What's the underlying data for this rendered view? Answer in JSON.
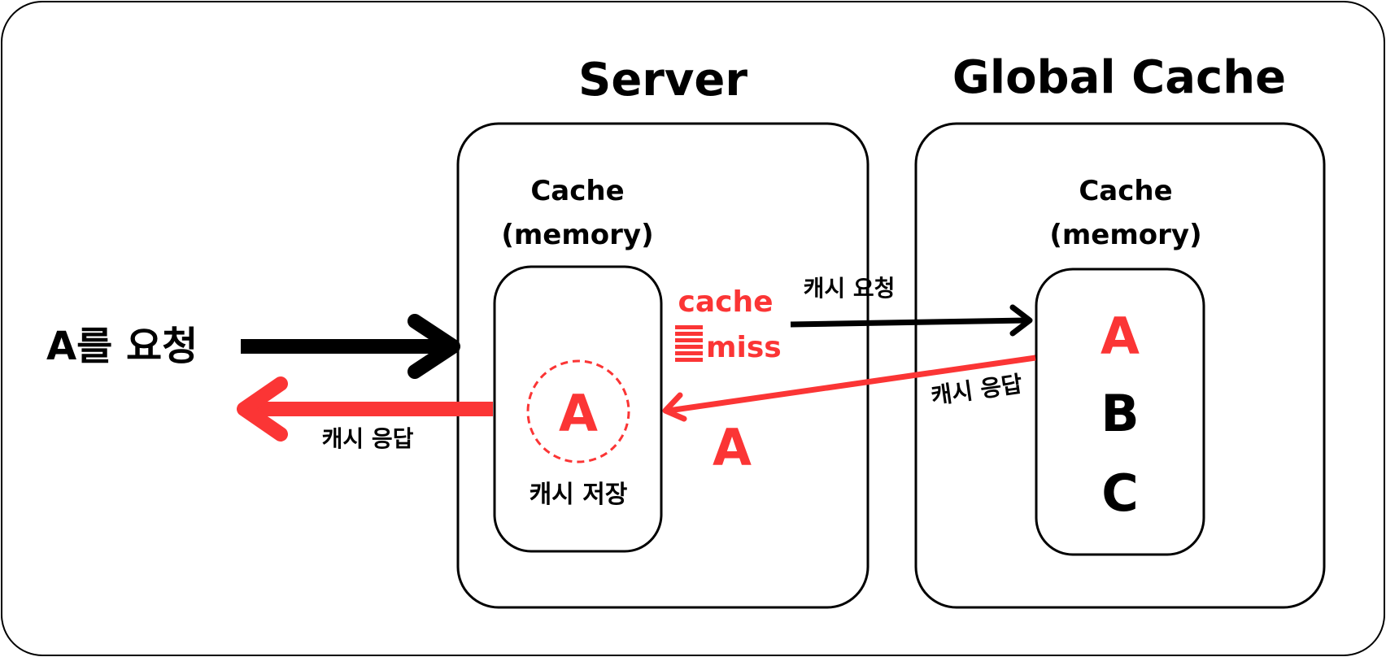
{
  "diagram": {
    "request_label": "A를 요청",
    "server": {
      "title": "Server",
      "cache_title_line1": "Cache",
      "cache_title_line2": "(memory)",
      "stored_item": "A",
      "store_label": "캐시 저장"
    },
    "miss": {
      "line1": "cache",
      "line2": "miss"
    },
    "global_cache": {
      "title": "Global Cache",
      "cache_title_line1": "Cache",
      "cache_title_line2": "(memory)",
      "items": [
        "A",
        "B",
        "C"
      ]
    },
    "arrows": {
      "request_to_global": "캐시 요청",
      "response_from_global": "캐시 응답",
      "response_to_client": "캐시 응답",
      "response_payload": "A"
    }
  },
  "colors": {
    "ink": "#000000",
    "accent": "#fb3535",
    "background": "#ffffff"
  }
}
